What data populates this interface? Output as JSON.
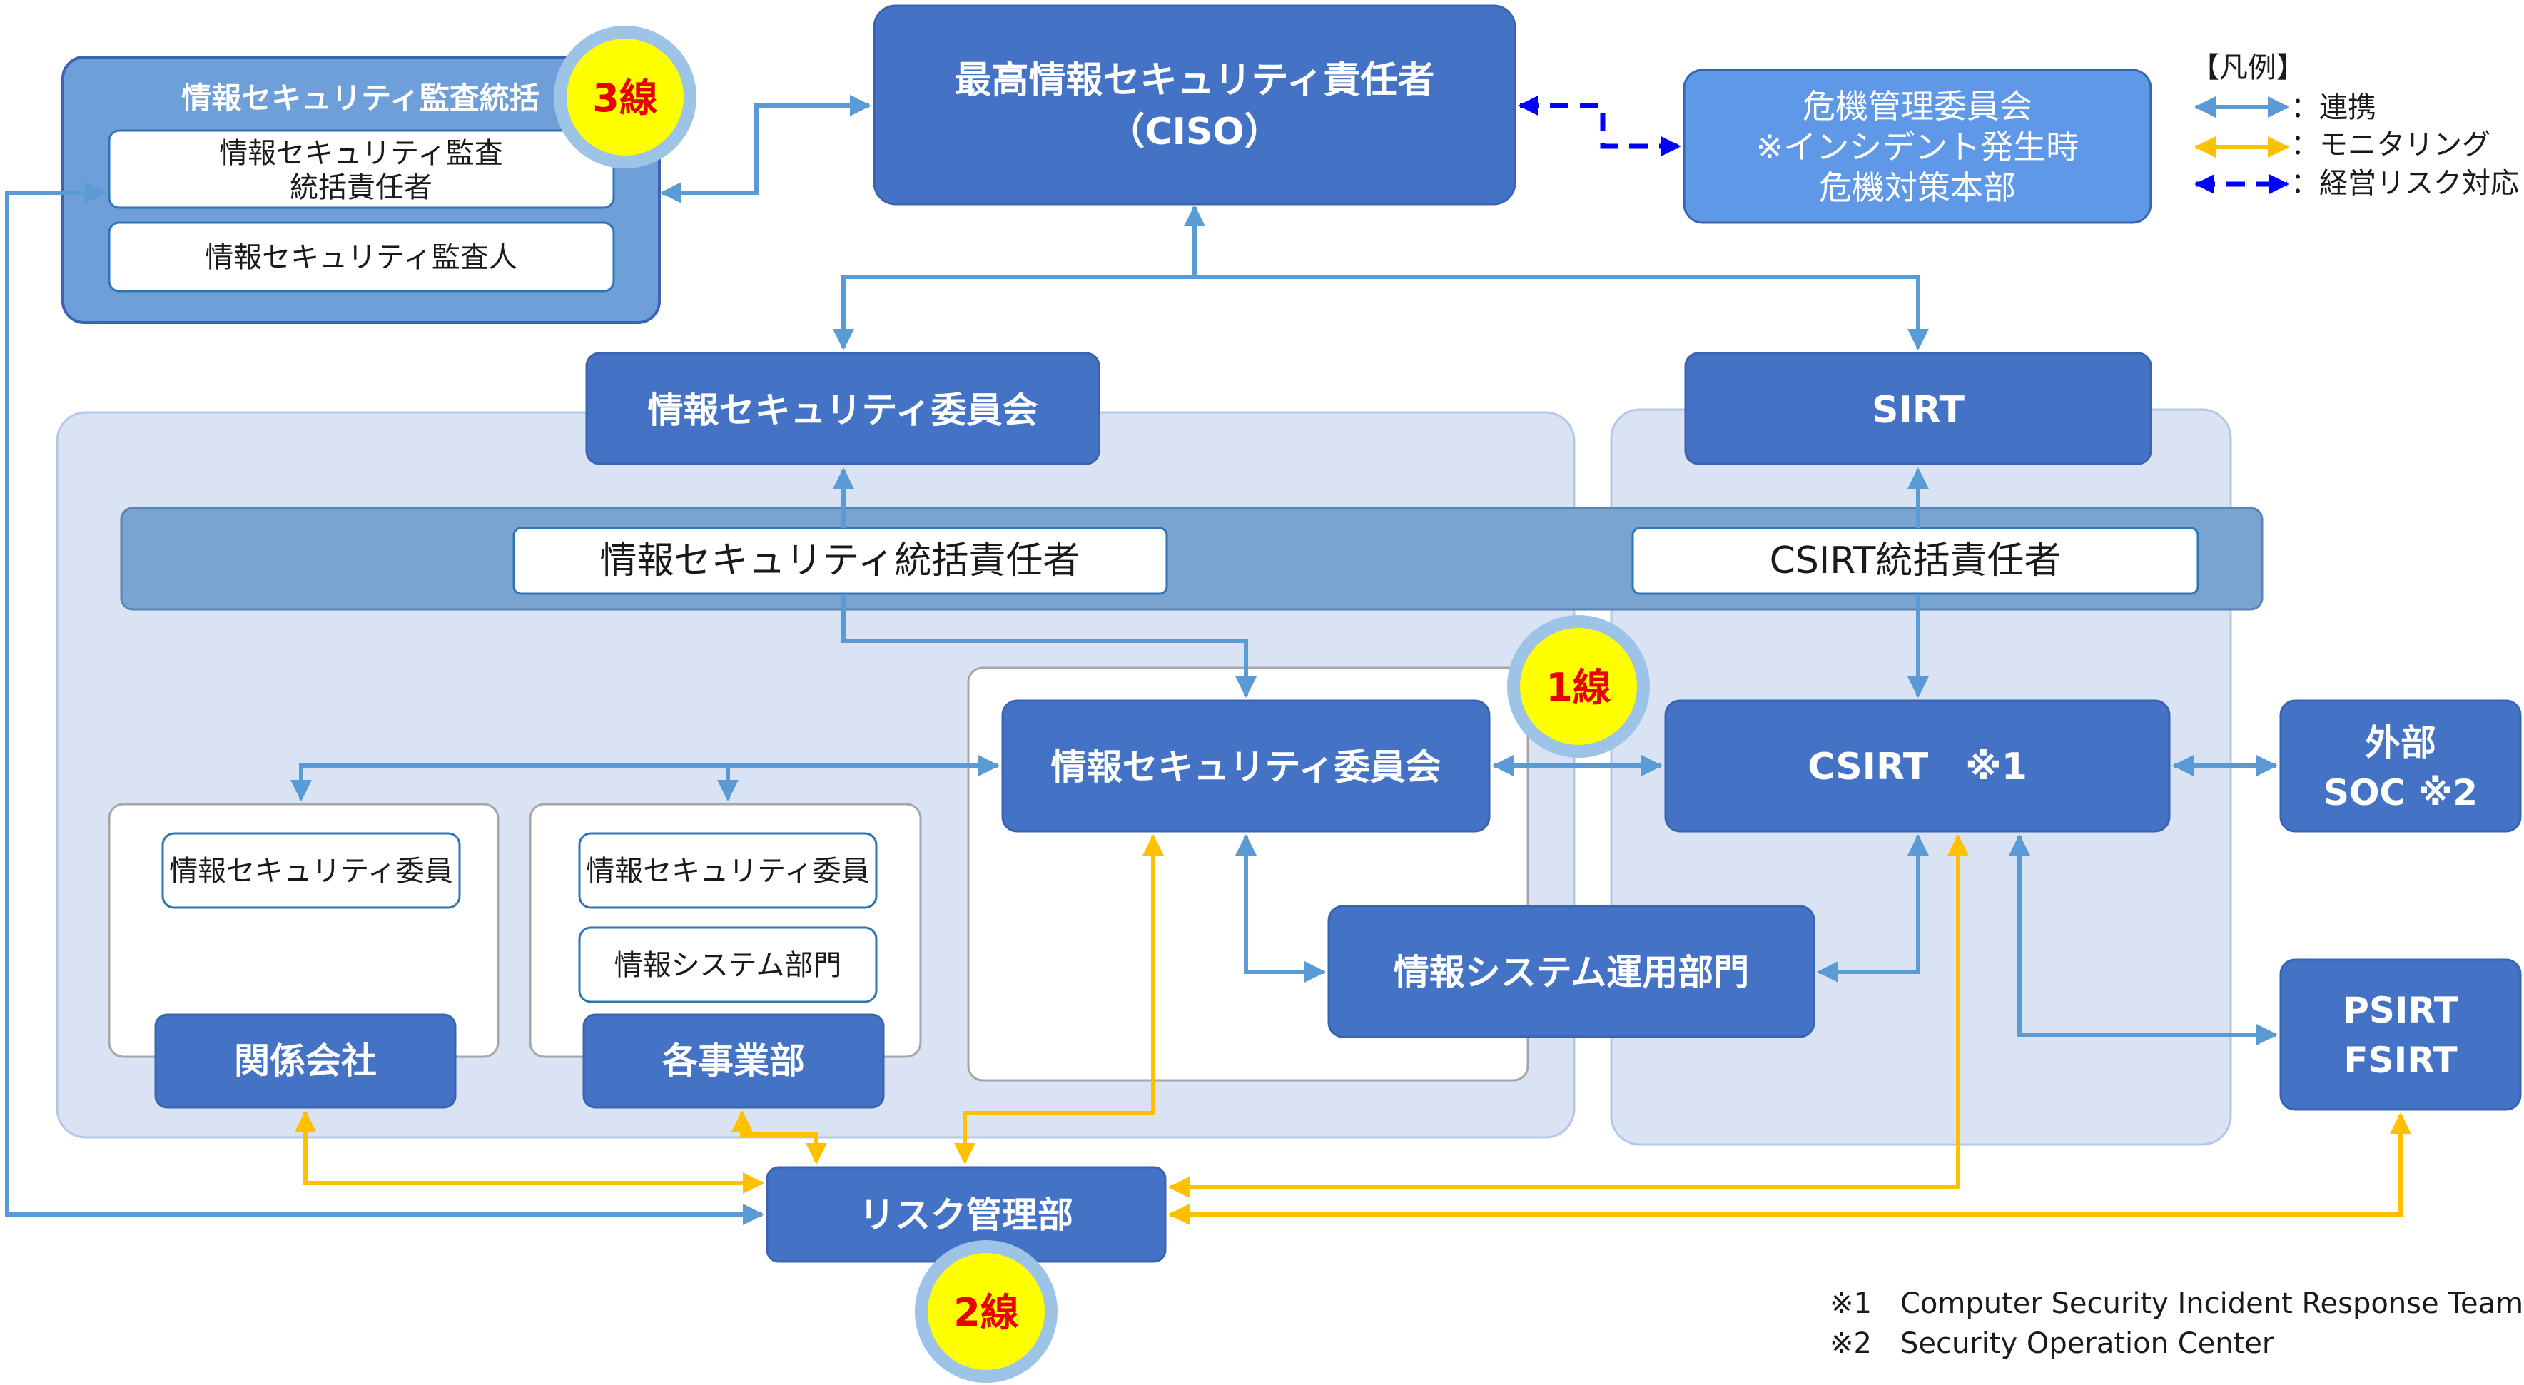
{
  "legend": {
    "title": "【凡例】",
    "items": [
      {
        "label": "：連携",
        "color": "#5b9bd5",
        "style": "solid-both"
      },
      {
        "label": "：モニタリング",
        "color": "#ffc000",
        "style": "solid-both"
      },
      {
        "label": "：経営リスク対応",
        "color": "#0000ff",
        "style": "dashed-both"
      }
    ]
  },
  "nodes": {
    "audit_group": {
      "title": "情報セキュリティ監査統括",
      "member1": [
        "情報セキュリティ監査",
        "統括責任者"
      ],
      "member2": "情報セキュリティ監査人"
    },
    "ciso": [
      "最高情報セキュリティ責任者",
      "（CISO）"
    ],
    "crisis": [
      "危機管理委員会",
      "※インシデント発生時",
      "危機対策本部"
    ],
    "committee_top": "情報セキュリティ委員会",
    "sirt": "SIRT",
    "band": {
      "left": "情報セキュリティ統括責任者",
      "right": "CSIRT統括責任者"
    },
    "committee_mid": "情報セキュリティ委員会",
    "csirt": "CSIRT　※1",
    "external_soc": [
      "外部",
      "SOC ※2"
    ],
    "group_companies": {
      "label": "関係会社",
      "inner": "情報セキュリティ委員"
    },
    "business_units": {
      "label": "各事業部",
      "inner1": "情報セキュリティ委員",
      "inner2": "情報システム部門"
    },
    "it_ops": "情報システム運用部門",
    "psirt": [
      "PSIRT",
      "FSIRT"
    ],
    "risk_mgmt": "リスク管理部"
  },
  "lines": {
    "first": "1線",
    "second": "2線",
    "third": "3線"
  },
  "footnotes": [
    "※1　Computer Security Incident Response Team",
    "※2　Security Operation Center"
  ],
  "colors": {
    "dark_box": "#4472c4",
    "light_box": "#5e98e6",
    "area": "#dae3f3",
    "band": "#7aa4d0",
    "link": "#5b9bd5",
    "monitoring": "#ffc000",
    "risk": "#0000ff",
    "badge_fill": "#ffff00",
    "badge_ring": "#9dc3e6"
  }
}
